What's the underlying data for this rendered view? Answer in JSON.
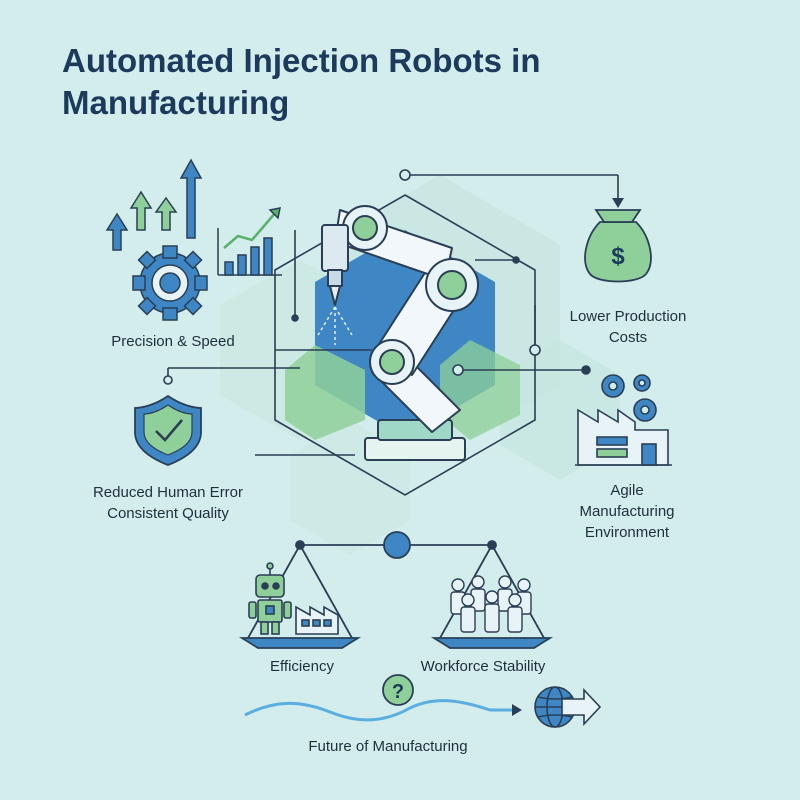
{
  "title": "Automated Injection Robots in Manufacturing",
  "labels": {
    "precision": "Precision & Speed",
    "lower_costs_line1": "Lower Production",
    "lower_costs_line2": "Costs",
    "reduced_error_line1": "Reduced Human Error",
    "reduced_error_line2": "Consistent Quality",
    "agile_line1": "Agile",
    "agile_line2": "Manufacturing",
    "agile_line3": "Environment",
    "efficiency": "Efficiency",
    "workforce": "Workforce Stability",
    "future": "Future of Manufacturing",
    "question_mark": "?",
    "dollar_sign": "$"
  },
  "colors": {
    "background": "#d3ecec",
    "navy": "#1b3a5c",
    "blue": "#3f87c4",
    "green": "#8fd09a",
    "line": "#2a3f55"
  }
}
